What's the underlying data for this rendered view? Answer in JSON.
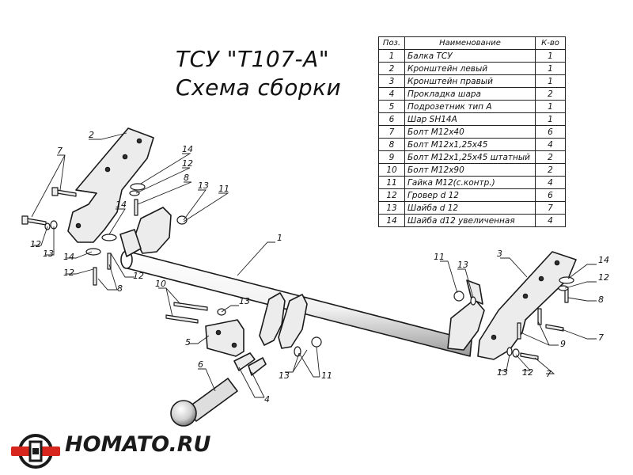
{
  "title": {
    "line1": "ТСУ \"Т107-А\"",
    "line2": "Схема сборки"
  },
  "parts_table": {
    "headers": [
      "Поз.",
      "Наименование",
      "К-во"
    ],
    "rows": [
      [
        "1",
        "Балка ТСУ",
        "1"
      ],
      [
        "2",
        "Кронштейн левый",
        "1"
      ],
      [
        "3",
        "Кронштейн правый",
        "1"
      ],
      [
        "4",
        "Прокладка шара",
        "2"
      ],
      [
        "5",
        "Подрозетник тип А",
        "1"
      ],
      [
        "6",
        "Шар SH14A",
        "1"
      ],
      [
        "7",
        "Болт М12х40",
        "6"
      ],
      [
        "8",
        "Болт М12х1,25х45",
        "4"
      ],
      [
        "9",
        "Болт М12х1,25х45 штатный",
        "2"
      ],
      [
        "10",
        "Болт М12х90",
        "2"
      ],
      [
        "11",
        "Гайка М12(с.контр.)",
        "4"
      ],
      [
        "12",
        "Гровер d 12",
        "6"
      ],
      [
        "13",
        "Шайба d 12",
        "7"
      ],
      [
        "14",
        "Шайба d12 увеличенная",
        "4"
      ]
    ]
  },
  "callouts": [
    {
      "id": "c2",
      "label": "2"
    },
    {
      "id": "c7l",
      "label": "7"
    },
    {
      "id": "c14a",
      "label": "14"
    },
    {
      "id": "c12a",
      "label": "12"
    },
    {
      "id": "c8a",
      "label": "8"
    },
    {
      "id": "c13a",
      "label": "13"
    },
    {
      "id": "c11a",
      "label": "11"
    },
    {
      "id": "c14b",
      "label": "14"
    },
    {
      "id": "c12l",
      "label": "12"
    },
    {
      "id": "c13l",
      "label": "13"
    },
    {
      "id": "c14c",
      "label": "14"
    },
    {
      "id": "c12c",
      "label": "12"
    },
    {
      "id": "c8c",
      "label": "8"
    },
    {
      "id": "c12d",
      "label": "12"
    },
    {
      "id": "c1",
      "label": "1"
    },
    {
      "id": "c10",
      "label": "10"
    },
    {
      "id": "c13b",
      "label": "13"
    },
    {
      "id": "c5",
      "label": "5"
    },
    {
      "id": "c6",
      "label": "6"
    },
    {
      "id": "c4",
      "label": "4"
    },
    {
      "id": "c13c",
      "label": "13"
    },
    {
      "id": "c11b",
      "label": "11"
    },
    {
      "id": "c11r",
      "label": "11"
    },
    {
      "id": "c13r",
      "label": "13"
    },
    {
      "id": "c3",
      "label": "3"
    },
    {
      "id": "c14r",
      "label": "14"
    },
    {
      "id": "c12r",
      "label": "12"
    },
    {
      "id": "c8r",
      "label": "8"
    },
    {
      "id": "c7r",
      "label": "7"
    },
    {
      "id": "c9",
      "label": "9"
    },
    {
      "id": "c13rb",
      "label": "13"
    },
    {
      "id": "c12rb",
      "label": "12"
    },
    {
      "id": "c7rb",
      "label": "7"
    }
  ],
  "logo": {
    "text": "HOMATO.RU",
    "colors": {
      "red": "#d7261e",
      "dark": "#1a1a1a"
    }
  }
}
